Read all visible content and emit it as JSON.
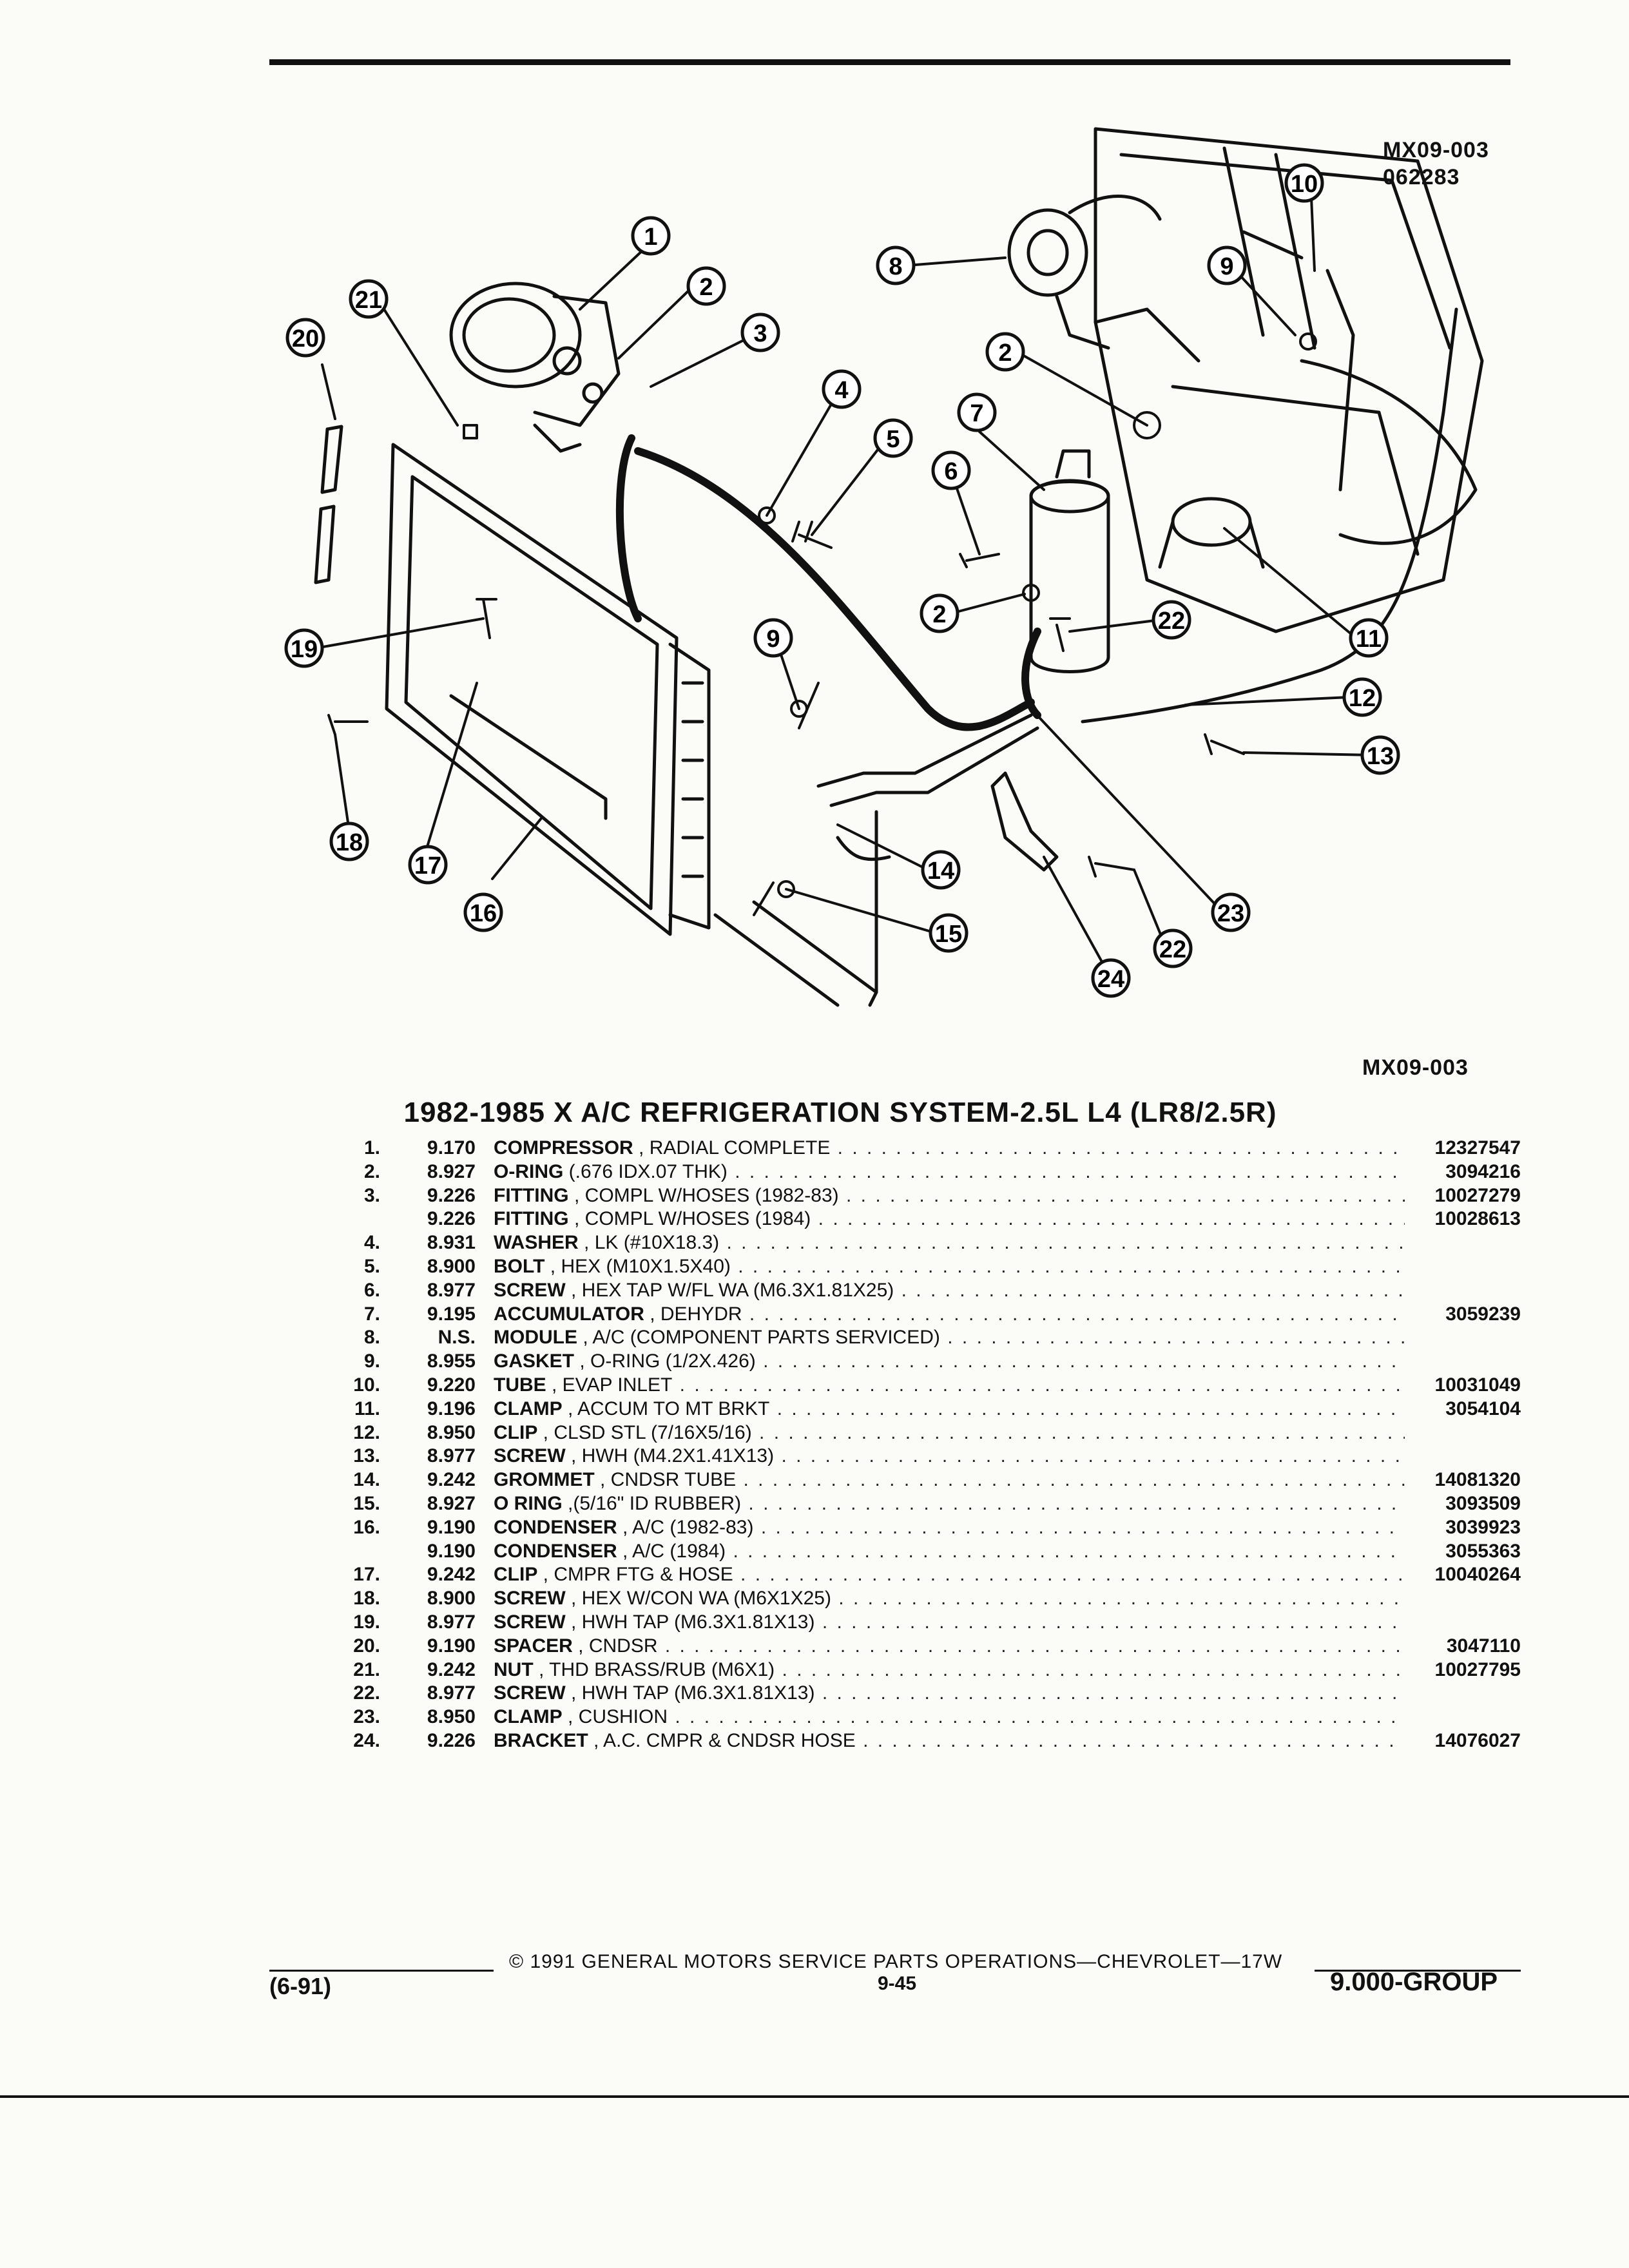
{
  "diagram": {
    "code_top": "MX09-003",
    "date_code": "062283",
    "code_bottom": "MX09-003",
    "callouts": [
      "1",
      "2",
      "3",
      "4",
      "5",
      "6",
      "7",
      "8",
      "9",
      "10",
      "11",
      "12",
      "13",
      "14",
      "15",
      "16",
      "17",
      "18",
      "19",
      "20",
      "21",
      "22",
      "23",
      "24"
    ]
  },
  "title": "1982-1985 X A/C REFRIGERATION SYSTEM-2.5L L4 (LR8/2.5R)",
  "parts": [
    {
      "num": "1.",
      "code": "9.170",
      "name": "COMPRESSOR",
      "detail": " , RADIAL COMPLETE",
      "pn": "12327547"
    },
    {
      "num": "2.",
      "code": "8.927",
      "name": "O-RING",
      "detail": " (.676 IDX.07 THK)",
      "pn": "3094216"
    },
    {
      "num": "3.",
      "code": "9.226",
      "name": "FITTING",
      "detail": " , COMPL W/HOSES (1982-83)",
      "pn": "10027279"
    },
    {
      "num": "",
      "code": "9.226",
      "name": "FITTING",
      "detail": " , COMPL W/HOSES (1984)",
      "pn": "10028613"
    },
    {
      "num": "4.",
      "code": "8.931",
      "name": "WASHER",
      "detail": " , LK (#10X18.3)",
      "pn": ""
    },
    {
      "num": "5.",
      "code": "8.900",
      "name": "BOLT",
      "detail": " , HEX (M10X1.5X40)",
      "pn": ""
    },
    {
      "num": "6.",
      "code": "8.977",
      "name": "SCREW",
      "detail": " , HEX TAP W/FL WA (M6.3X1.81X25)",
      "pn": ""
    },
    {
      "num": "7.",
      "code": "9.195",
      "name": "ACCUMULATOR",
      "detail": " , DEHYDR",
      "pn": "3059239"
    },
    {
      "num": "8.",
      "code": "N.S.",
      "name": "MODULE",
      "detail": " , A/C (COMPONENT PARTS SERVICED)",
      "pn": ""
    },
    {
      "num": "9.",
      "code": "8.955",
      "name": "GASKET",
      "detail": " , O-RING (1/2X.426)",
      "pn": ""
    },
    {
      "num": "10.",
      "code": "9.220",
      "name": "TUBE",
      "detail": " , EVAP INLET",
      "pn": "10031049"
    },
    {
      "num": "11.",
      "code": "9.196",
      "name": "CLAMP",
      "detail": " , ACCUM TO MT BRKT",
      "pn": "3054104"
    },
    {
      "num": "12.",
      "code": "8.950",
      "name": "CLIP",
      "detail": " , CLSD STL (7/16X5/16)",
      "pn": ""
    },
    {
      "num": "13.",
      "code": "8.977",
      "name": "SCREW",
      "detail": " , HWH (M4.2X1.41X13)",
      "pn": ""
    },
    {
      "num": "14.",
      "code": "9.242",
      "name": "GROMMET",
      "detail": " , CNDSR TUBE",
      "pn": "14081320"
    },
    {
      "num": "15.",
      "code": "8.927",
      "name": "O RING",
      "detail": " ,(5/16\" ID RUBBER)",
      "pn": "3093509"
    },
    {
      "num": "16.",
      "code": "9.190",
      "name": "CONDENSER",
      "detail": " , A/C (1982-83)",
      "pn": "3039923"
    },
    {
      "num": "",
      "code": "9.190",
      "name": "CONDENSER",
      "detail": " , A/C (1984)",
      "pn": "3055363"
    },
    {
      "num": "17.",
      "code": "9.242",
      "name": "CLIP",
      "detail": " , CMPR FTG & HOSE",
      "pn": "10040264"
    },
    {
      "num": "18.",
      "code": "8.900",
      "name": "SCREW",
      "detail": " , HEX W/CON WA (M6X1X25)",
      "pn": ""
    },
    {
      "num": "19.",
      "code": "8.977",
      "name": "SCREW",
      "detail": " , HWH TAP (M6.3X1.81X13)",
      "pn": ""
    },
    {
      "num": "20.",
      "code": "9.190",
      "name": "SPACER",
      "detail": " , CNDSR",
      "pn": "3047110"
    },
    {
      "num": "21.",
      "code": "9.242",
      "name": "NUT",
      "detail": " , THD BRASS/RUB (M6X1)",
      "pn": "10027795"
    },
    {
      "num": "22.",
      "code": "8.977",
      "name": "SCREW",
      "detail": " , HWH TAP (M6.3X1.81X13)",
      "pn": ""
    },
    {
      "num": "23.",
      "code": "8.950",
      "name": "CLAMP",
      "detail": " , CUSHION",
      "pn": ""
    },
    {
      "num": "24.",
      "code": "9.226",
      "name": "BRACKET",
      "detail": " , A.C. CMPR & CNDSR HOSE",
      "pn": "14076027"
    }
  ],
  "footer": {
    "copyright": "© 1991 GENERAL MOTORS SERVICE PARTS OPERATIONS—CHEVROLET—17W",
    "revision": "(6-91)",
    "page": "9-45",
    "group": "9.000-GROUP"
  }
}
